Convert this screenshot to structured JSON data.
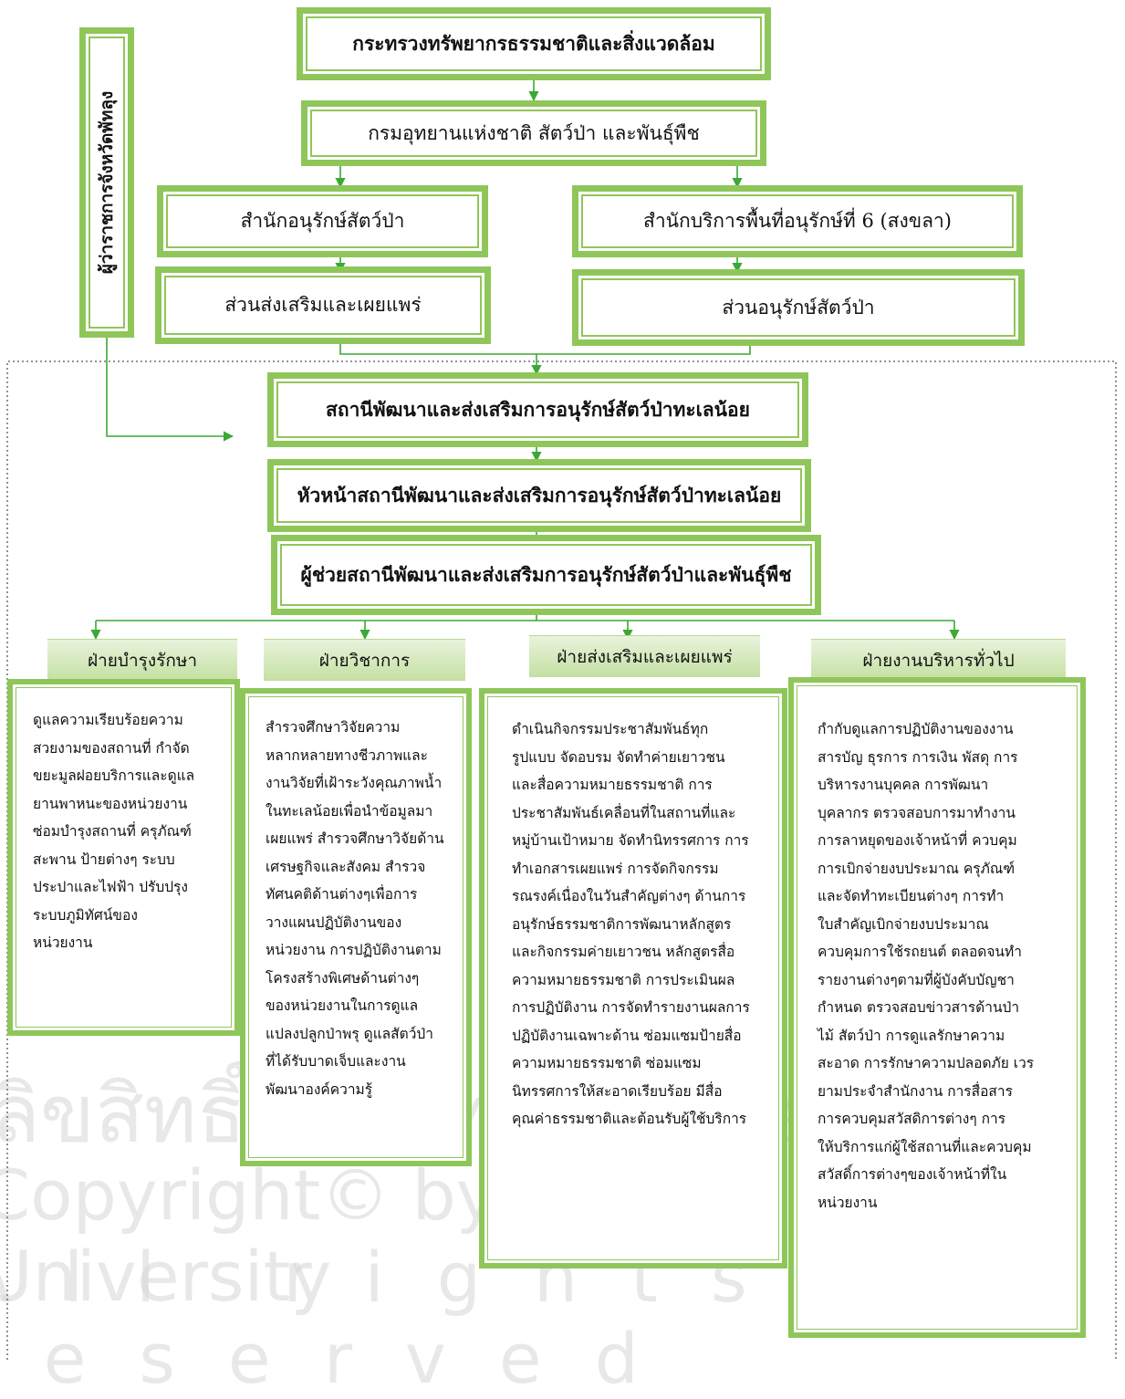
{
  "ministry": "กระทรวงทรัพยากรธรรมชาติและสิ่งแวดล้อม",
  "department": "กรมอุทยานแห่งชาติ สัตว์ป่า และพันธุ์พืช",
  "governor": "ผู้ว่าราชการจังหวัดพัทลุง",
  "left_office": "สำนักอนุรักษ์สัตว์ป่า",
  "left_section": "ส่วนส่งเสริมและเผยแพร่",
  "right_office": "สำนักบริการพื้นที่อนุรักษ์ที่ 6 (สงขลา)",
  "right_section": "ส่วนอนุรักษ์สัตว์ป่า",
  "station": "สถานีพัฒนาและส่งเสริมการอนุรักษ์สัตว์ป่าทะเลน้อย",
  "head": "หัวหน้าสถานีพัฒนาและส่งเสริมการอนุรักษ์สัตว์ป่าทะเลน้อย",
  "assistant": "ผู้ช่วยสถานีพัฒนาและส่งเสริมการอนุรักษ์สัตว์ป่าและพันธุ์พืช",
  "divisions": [
    {
      "title": "ฝ่ายบำรุงรักษา",
      "lines": [
        "ดูแลความเรียบร้อยความ",
        "สวยงามของสถานที่ กำจัด",
        "ขยะมูลฝอยบริการและดูแล",
        "ยานพาหนะของหน่วยงาน",
        "ซ่อมบำรุงสถานที่ ครุภัณฑ์",
        "สะพาน ป้ายต่างๆ ระบบ",
        "ประปาและไฟฟ้า ปรับปรุง",
        "ระบบภูมิทัศน์ของ",
        "หน่วยงาน"
      ]
    },
    {
      "title": "ฝ่ายวิชาการ",
      "lines": [
        "สำรวจศึกษาวิจัยความ",
        "หลากหลายทางชีวภาพและ",
        "งานวิจัยที่เฝ้าระวังคุณภาพน้ำ",
        "ในทะเลน้อยเพื่อนำข้อมูลมา",
        "เผยแพร่ สำรวจศึกษาวิจัยด้าน",
        "เศรษฐกิจและสังคม สำรวจ",
        "ทัศนคติด้านต่างๆเพื่อการ",
        "วางแผนปฏิบัติงานของ",
        "หน่วยงาน การปฏิบัติงานตาม",
        "โครงสร้างพิเศษด้านต่างๆ",
        "ของหน่วยงานในการดูแล",
        "แปลงปลูกป่าพรุ ดูแลสัตว์ป่า",
        "ที่ได้รับบาดเจ็บและงาน",
        "พัฒนาองค์ความรู้"
      ]
    },
    {
      "title": "ฝ่ายส่งเสริมและเผยแพร่",
      "lines": [
        "ดำเนินกิจกรรมประชาสัมพันธ์ทุก",
        "รูปแบบ จัดอบรม จัดทำค่ายเยาวชน",
        "และสื่อความหมายธรรมชาติ การ",
        "ประชาสัมพันธ์เคลื่อนที่ในสถานที่และ",
        "หมู่บ้านเป้าหมาย จัดทำนิทรรศการ การ",
        "ทำเอกสารเผยแพร่ การจัดกิจกรรม",
        "รณรงค์เนื่องในวันสำคัญต่างๆ ด้านการ",
        "อนุรักษ์ธรรมชาติการพัฒนาหลักสูตร",
        "และกิจกรรมค่ายเยาวชน หลักสูตรสื่อ",
        "ความหมายธรรมชาติ การประเมินผล",
        "การปฏิบัติงาน การจัดทำรายงานผลการ",
        "ปฏิบัติงานเฉพาะด้าน ซ่อมแซมป้ายสื่อ",
        "ความหมายธรรมชาติ ซ่อมแซม",
        "นิทรรศการให้สะอาดเรียบร้อย มีสื่อ",
        "คุณค่าธรรมชาติและต้อนรับผู้ใช้บริการ"
      ]
    },
    {
      "title": "ฝ่ายงานบริหารทั่วไป",
      "lines": [
        "กำกับดูแลการปฏิบัติงานของงาน",
        "สารบัญ ธุรการ การเงิน พัสดุ การ",
        "บริหารงานบุคคล การพัฒนา",
        "บุคลากร ตรวจสอบการมาทำงาน",
        "การลาหยุดของเจ้าหน้าที่ ควบคุม",
        "การเบิกจ่ายงบประมาณ ครุภัณฑ์",
        "และจัดทำทะเบียนต่างๆ การทำ",
        "ใบสำคัญเบิกจ่ายงบประมาณ",
        "ควบคุมการใช้รถยนต์ ตลอดจนทำ",
        "รายงานต่างๆตามที่ผู้บังคับบัญชา",
        "กำหนด ตรวจสอบข่าวสารด้านป่า",
        "ไม้ สัตว์ป่า การดูแลรักษาความ",
        "สะอาด การรักษาความปลอดภัย เวร",
        "ยามประจำสำนักงาน การสื่อสาร",
        "การควบคุมสวัสดิการต่างๆ การ",
        "ให้บริการแก่ผู้ใช้สถานที่และควบคุม",
        "สวัสดิ์การต่างๆของเจ้าหน้าที่ใน",
        "หน่วยงาน"
      ]
    }
  ],
  "watermark": {
    "line1": "ลิขสิทธิ์มหาวิทยาลัยเชียงใหม่",
    "line2": "Copyright© by Chiang Mai University",
    "line3": "All rights reserved"
  },
  "colors": {
    "box_border": "#8fc659",
    "arrow": "#3aa935",
    "tab_fill": "#d6e9bd"
  }
}
